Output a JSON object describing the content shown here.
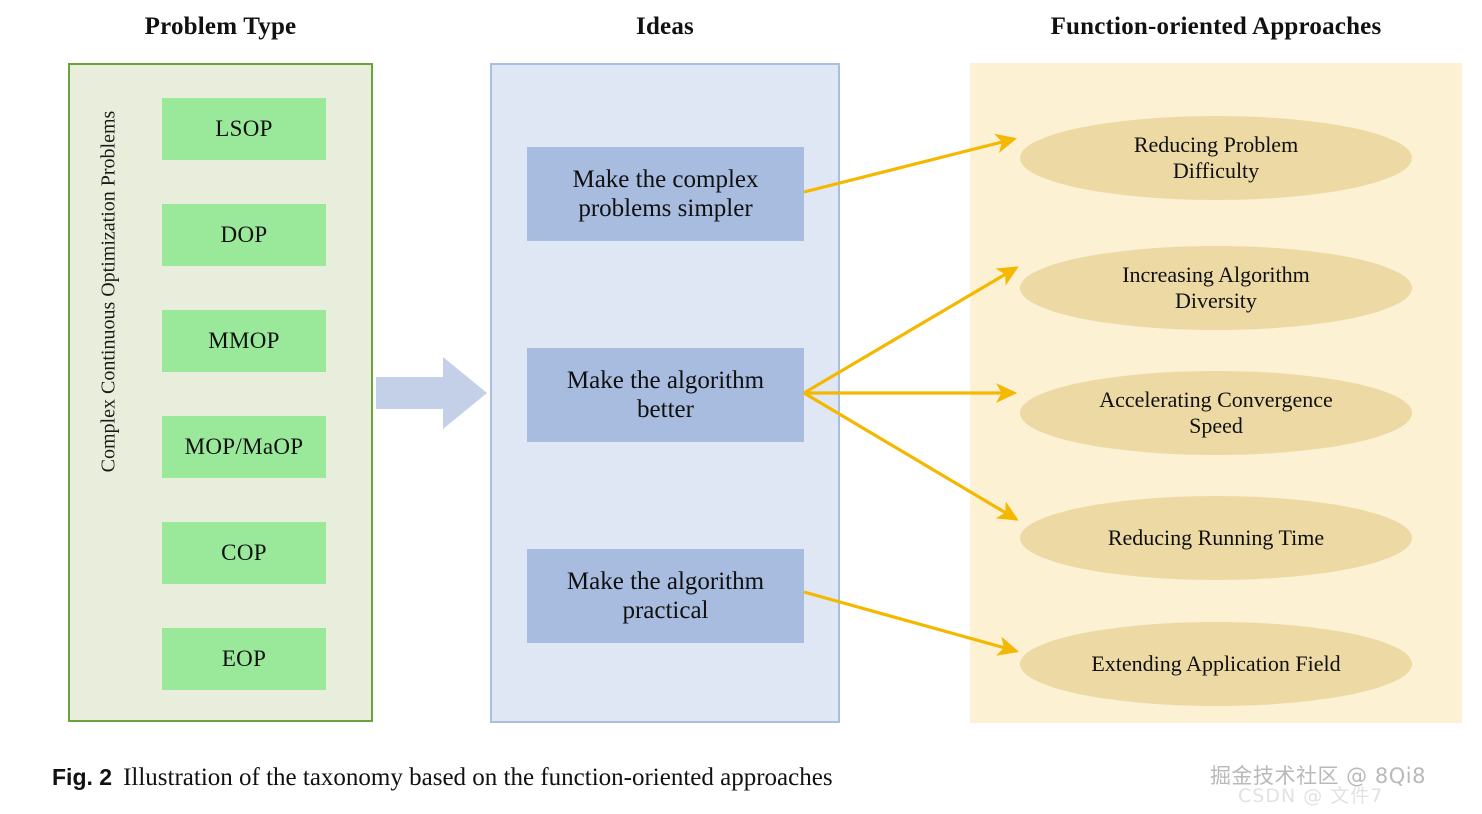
{
  "headers": {
    "problem_type": "Problem Type",
    "ideas": "Ideas",
    "approaches": "Function-oriented Approaches"
  },
  "problem_panel": {
    "axis_label": "Complex Continuous Optimization Problems",
    "items": [
      {
        "label": "LSOP"
      },
      {
        "label": "DOP"
      },
      {
        "label": "MMOP"
      },
      {
        "label": "MOP/MaOP"
      },
      {
        "label": "COP"
      },
      {
        "label": "EOP"
      }
    ]
  },
  "ideas_panel": {
    "items": [
      {
        "line1": "Make the complex",
        "line2": "problems simpler"
      },
      {
        "line1": "Make the algorithm",
        "line2": "better"
      },
      {
        "line1": "Make the algorithm",
        "line2": "practical"
      }
    ]
  },
  "approaches_panel": {
    "items": [
      {
        "line1": "Reducing Problem",
        "line2": "Difficulty"
      },
      {
        "line1": "Increasing Algorithm",
        "line2": "Diversity"
      },
      {
        "line1": "Accelerating Convergence",
        "line2": "Speed"
      },
      {
        "line1": "Reducing Running Time",
        "line2": ""
      },
      {
        "line1": "Extending Application Field",
        "line2": ""
      }
    ]
  },
  "caption": {
    "figure_number": "Fig. 2",
    "text": "Illustration of the taxonomy based on the function-oriented approaches"
  },
  "watermark": {
    "primary": "掘金技术社区 @ 8Qi8",
    "secondary": "CSDN @ 文件7"
  },
  "colors": {
    "problem_panel_bg": "#e9eedc",
    "problem_panel_border": "#6aa23c",
    "problem_box_bg": "#9ae89a",
    "ideas_panel_bg": "#dfe6f4",
    "ideas_panel_border": "#a8bfe0",
    "ideas_box_bg": "#a8bcdf",
    "approach_panel_bg": "#fdf1d4",
    "approach_ellipse_bg": "#ecd9a4",
    "arrow_color": "#f5b800",
    "block_arrow_color": "#c3d0e8"
  }
}
